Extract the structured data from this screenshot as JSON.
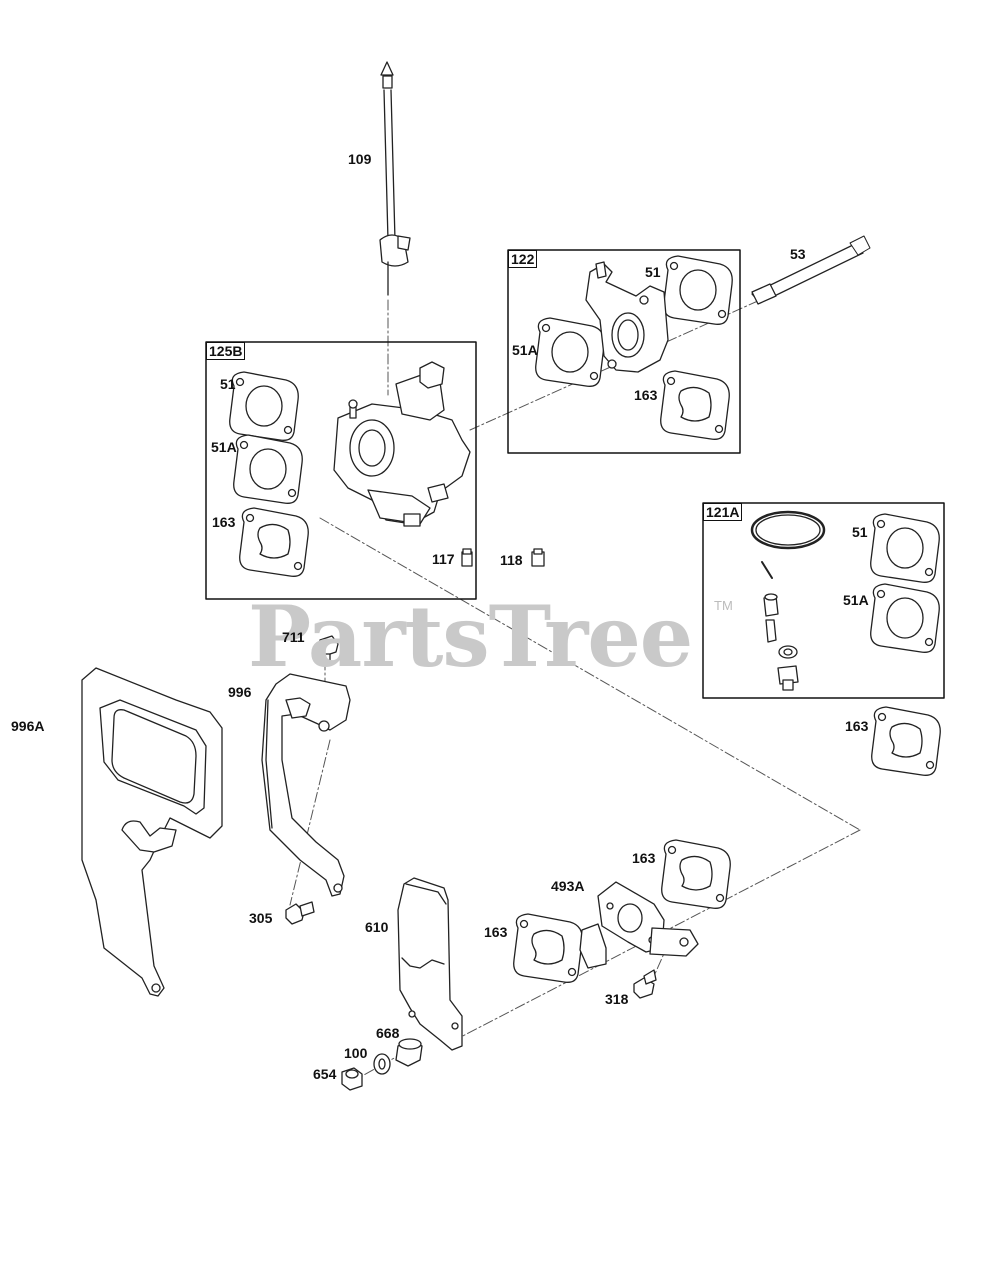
{
  "watermark": {
    "text": "PartsTree",
    "tm": "TM"
  },
  "boxes": {
    "b122": "122",
    "b125b": "125B",
    "b121a": "121A"
  },
  "labels": {
    "l109": "109",
    "l53": "53",
    "l122_51": "51",
    "l122_51a": "51A",
    "l122_163": "163",
    "l125_51": "51",
    "l125_51a": "51A",
    "l125_163": "163",
    "l117": "117",
    "l118": "118",
    "l121_51": "51",
    "l121_51a": "51A",
    "l163_right": "163",
    "l711": "711",
    "l996": "996",
    "l996a": "996A",
    "l305": "305",
    "l610": "610",
    "l163_top": "163",
    "l493a": "493A",
    "l163_left": "163",
    "l318": "318",
    "l668": "668",
    "l100": "100",
    "l654": "654"
  }
}
